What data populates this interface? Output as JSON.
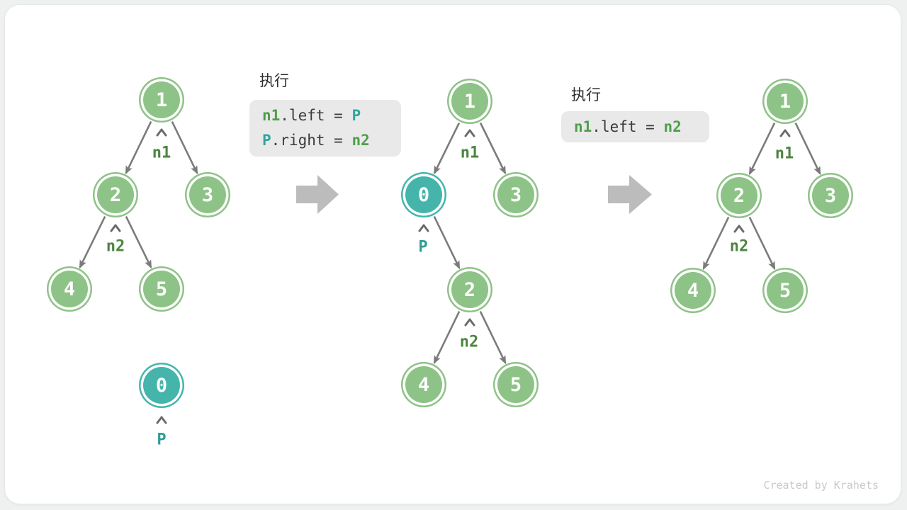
{
  "watermark": "Created by Krahets",
  "colors": {
    "node_green": "#8ec387",
    "node_teal": "#45b5ac",
    "edge_gray": "#7b7b7b",
    "caret_gray": "#6b6b6b",
    "pointer_green": "#4c8540",
    "pointer_teal": "#2f9c94",
    "code_background": "#e9e9e9",
    "code_plain": "#3b3b3b",
    "code_green": "#4f9e49",
    "code_teal": "#2da79e",
    "step_arrow_gray": "#bcbcbc",
    "card_background": "#ffffff",
    "page_background": "#eff1f1"
  },
  "exec1": {
    "title": "执行",
    "lines": [
      {
        "head": "n1",
        "mid": ".left = ",
        "tail": "P"
      },
      {
        "head": "P",
        "mid": ".right = ",
        "tail": "n2"
      }
    ]
  },
  "exec2": {
    "title": "执行",
    "lines": [
      {
        "head": "n1",
        "mid": ".left = ",
        "tail": "n2"
      }
    ]
  },
  "tree_left": {
    "node1": "1",
    "node2": "2",
    "node3": "3",
    "node4": "4",
    "node5": "5",
    "ptr_n1": "n1",
    "ptr_n2": "n2",
    "free_node": "0",
    "free_ptr": "P"
  },
  "tree_middle": {
    "node1": "1",
    "node0": "0",
    "node3": "3",
    "node2": "2",
    "node4": "4",
    "node5": "5",
    "ptr_n1": "n1",
    "ptr_p": "P",
    "ptr_n2": "n2"
  },
  "tree_right": {
    "node1": "1",
    "node2": "2",
    "node3": "3",
    "node4": "4",
    "node5": "5",
    "ptr_n1": "n1",
    "ptr_n2": "n2"
  }
}
